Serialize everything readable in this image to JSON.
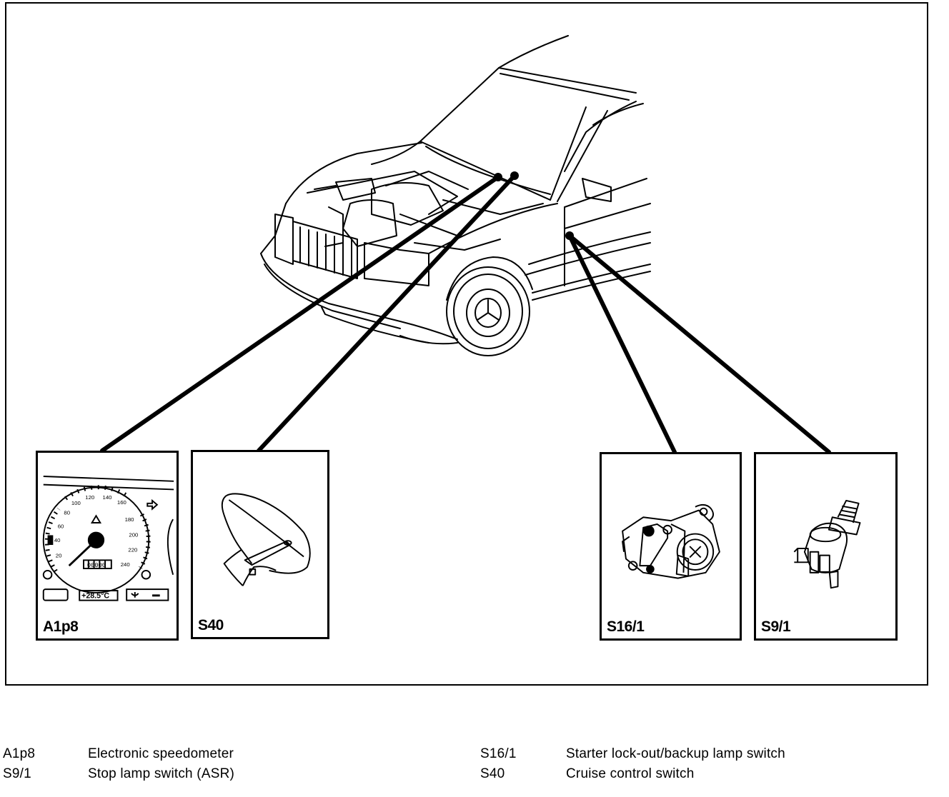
{
  "panels": [
    {
      "code": "A1p8"
    },
    {
      "code": "S40"
    },
    {
      "code": "S16/1"
    },
    {
      "code": "S9/1"
    }
  ],
  "speedometer": {
    "odometer": "00000",
    "temperature": "+28.5°C"
  },
  "legend": {
    "left": [
      {
        "code": "A1p8",
        "desc": "Electronic speedometer"
      },
      {
        "code": "S9/1",
        "desc": "Stop lamp switch (ASR)"
      }
    ],
    "right": [
      {
        "code": "S16/1",
        "desc": "Starter lock-out/backup lamp switch"
      },
      {
        "code": "S40",
        "desc": "Cruise control switch"
      }
    ]
  }
}
